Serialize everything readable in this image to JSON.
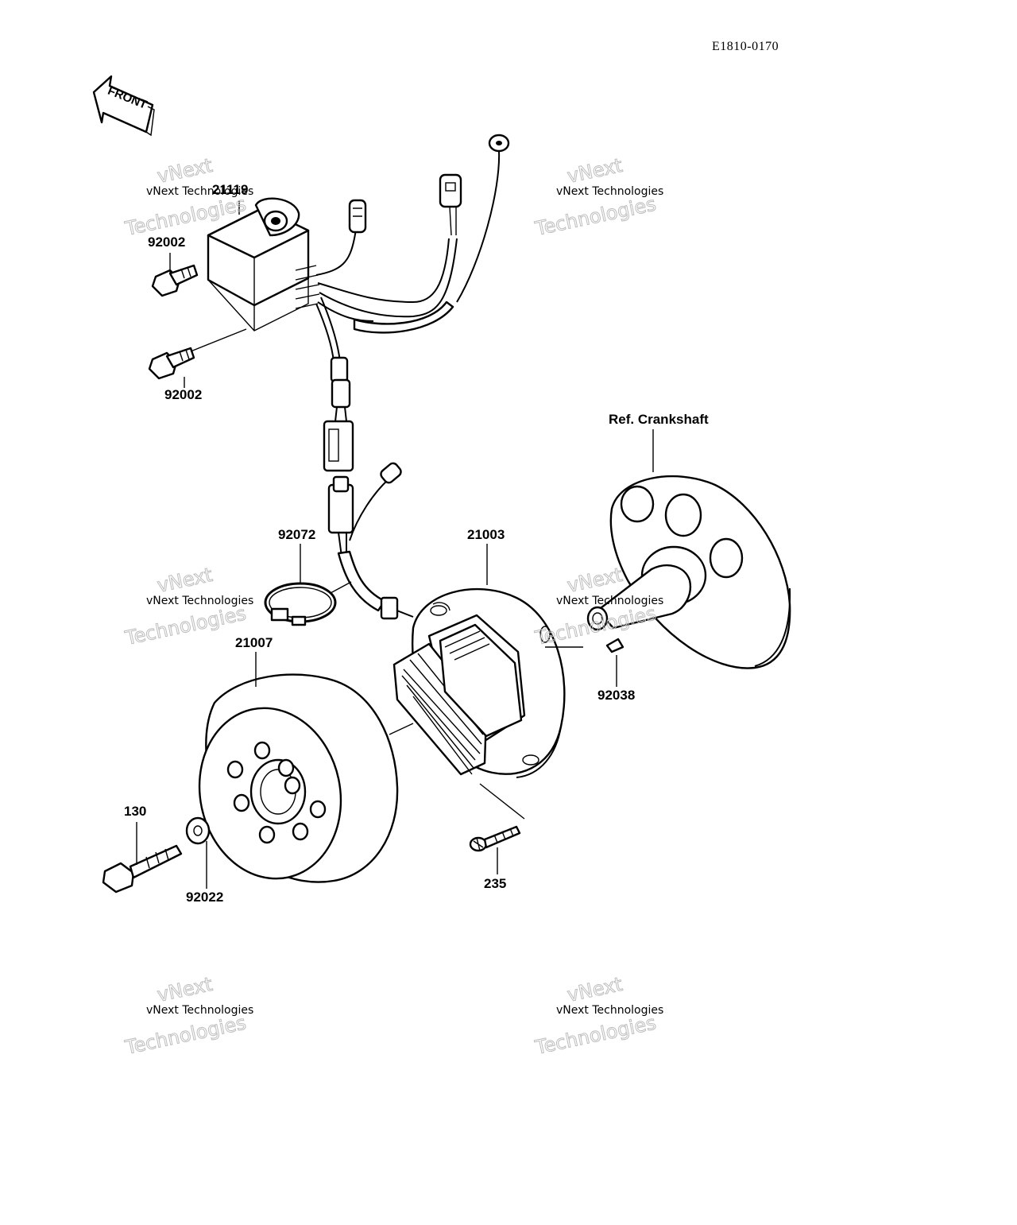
{
  "diagram_code": "E1810-0170",
  "front_arrow_text": "FRONT",
  "reference_label": "Ref. Crankshaft",
  "callouts": {
    "cdi_unit": "21119",
    "bolt_upper": "92002",
    "bolt_lower": "92002",
    "band": "92072",
    "stator": "21003",
    "flywheel": "21007",
    "key": "92038",
    "bolt_flywheel": "130",
    "washer": "92022",
    "screw": "235"
  },
  "watermark": {
    "line1": "vNext Technologies",
    "line2": "Technologies",
    "line3": "vNext"
  },
  "colors": {
    "ink": "#000000",
    "paper": "#ffffff",
    "watermark_outline": "#bdbdbd"
  }
}
